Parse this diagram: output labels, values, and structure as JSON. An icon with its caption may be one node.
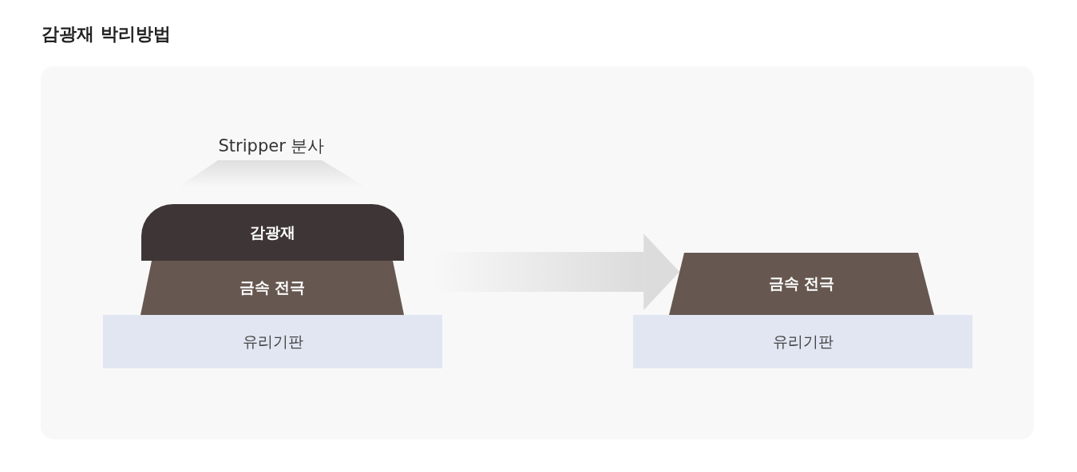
{
  "diagram": {
    "title": "감광재 박리방법",
    "nodes": [
      {
        "text": [
          "감광재"
        ]
      },
      {
        "text": [
          "금속 전극"
        ]
      },
      {
        "text": [
          "유리기판"
        ]
      },
      {
        "text": [
          "금속 전극"
        ]
      },
      {
        "text": [
          "유리기판"
        ]
      }
    ],
    "edges": [
      {
        "from": 1,
        "to": 3,
        "arrow": "to"
      }
    ],
    "labels": [
      "Stripper 분사"
    ]
  }
}
